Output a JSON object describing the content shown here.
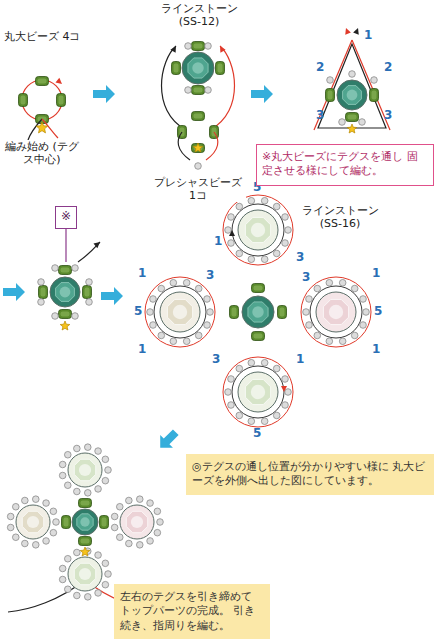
{
  "diagram": {
    "nodes": [
      {
        "text": [
          "※丸大ビーズにテグスを通し 固定させる様にして編む。"
        ]
      },
      {
        "text": [
          "※"
        ]
      },
      {
        "text": [
          "◎テグスの通し位置が分かりやすい様に 丸大ビーズを外側へ出した図にしています。"
        ]
      },
      {
        "text": [
          "左右のテグスを引き締めて トップパーツの完成。 引き続き、指周りを編む。"
        ]
      }
    ],
    "labels": [
      "ラインストーン (SS-12)",
      "丸大ビーズ 4コ",
      "編み始め (テグス中心)",
      "プレシャスビーズ 1コ",
      "1",
      "2",
      "2",
      "3",
      "3",
      "ラインストーン (SS-16)",
      "5",
      "1",
      "3",
      "1",
      "3",
      "5",
      "1",
      "3",
      "1",
      "5",
      "1",
      "3",
      "1",
      "5"
    ]
  }
}
